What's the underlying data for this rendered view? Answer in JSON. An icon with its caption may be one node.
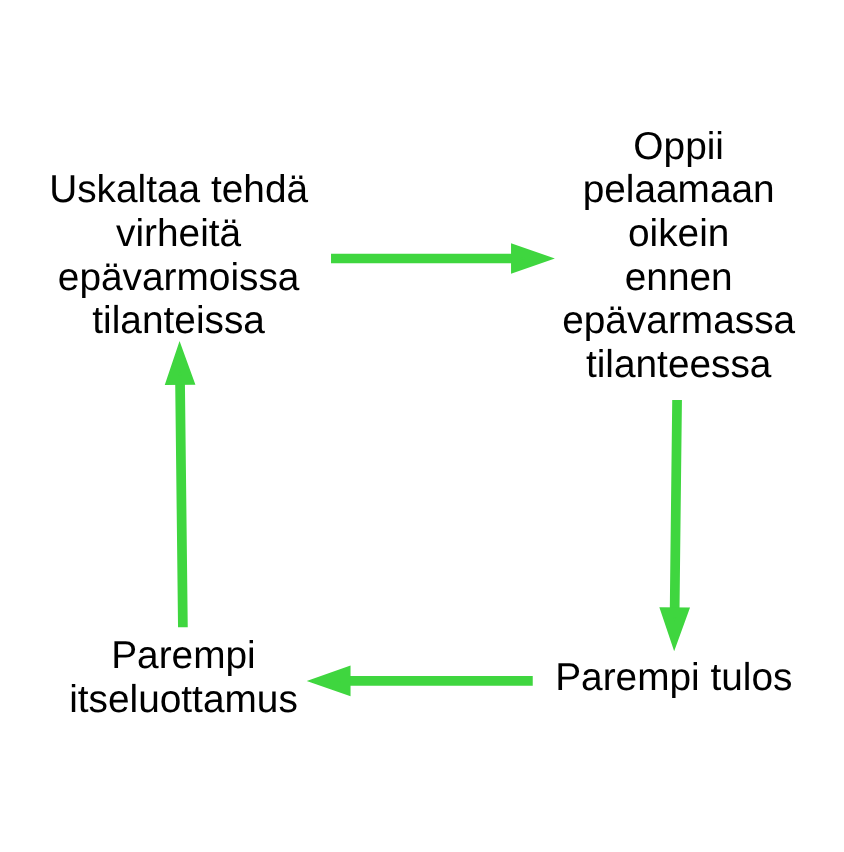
{
  "diagram": {
    "nodes": [
      {
        "text": [
          "Uskaltaa tehdä virheitä epävarmoissa tilanteissa"
        ]
      },
      {
        "text": [
          "Oppii pelaamaan oikein ennen epävarmassa tilanteessa"
        ]
      },
      {
        "text": [
          "Parempi tulos"
        ]
      },
      {
        "text": [
          "Parempi itseluottamus"
        ]
      }
    ],
    "edges": [
      {
        "from": 0,
        "to": 1,
        "arrow": "to"
      },
      {
        "from": 1,
        "to": 2,
        "arrow": "to"
      },
      {
        "from": 2,
        "to": 3,
        "arrow": "to"
      },
      {
        "from": 3,
        "to": 0,
        "arrow": "to"
      }
    ]
  }
}
